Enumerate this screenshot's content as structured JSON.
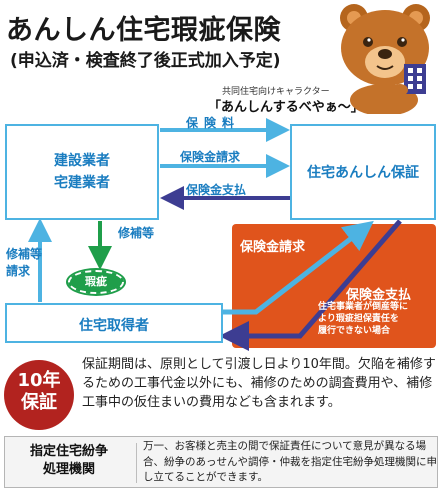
{
  "header": {
    "title": "あんしん住宅瑕疵保険",
    "subtitle": "(申込済・検査終了後正式加入予定)",
    "character_caption": "共同住宅向けキャラクター",
    "character_name": "「あんしんするべやぁ～」"
  },
  "diagram": {
    "builder_lines": [
      "建設業者",
      "宅建業者"
    ],
    "insurer": "住宅あんしん保証",
    "buyer": "住宅取得者",
    "flows": {
      "premium": "保険料",
      "claim": "保険金請求",
      "payment": "保険金支払",
      "repair": "修補等",
      "repair_claim_lines": [
        "修補等",
        "請求"
      ]
    },
    "defect": "瑕疵",
    "direct": {
      "claim": "保険金請求",
      "payment": "保険金支払",
      "note_lines": [
        "住宅事業者が倒産等に",
        "より瑕疵担保責任を",
        "履行できない場合"
      ]
    },
    "colors": {
      "box_border": "#4db3e2",
      "arrow_blue": "#4db3e2",
      "arrow_purple": "#3d3d92",
      "accent_orange": "#e0541c",
      "defect_green": "#1f9e4a"
    }
  },
  "warranty": {
    "badge_top": "10年",
    "badge_bottom": "保証",
    "text": "保証期間は、原則として引渡し日より10年間。欠陥を補修するための工事代金以外にも、補修のための調査費用や、補修工事中の仮住まいの費用なども含まれます。",
    "badge_color": "#b2231f"
  },
  "agency": {
    "title_lines": [
      "指定住宅紛争",
      "処理機関"
    ],
    "text": "万一、お客様と売主の間で保証責任について意見が異なる場合、紛争のあっせんや調停・仲裁を指定住宅紛争処理機関に申し立てることができます。"
  }
}
